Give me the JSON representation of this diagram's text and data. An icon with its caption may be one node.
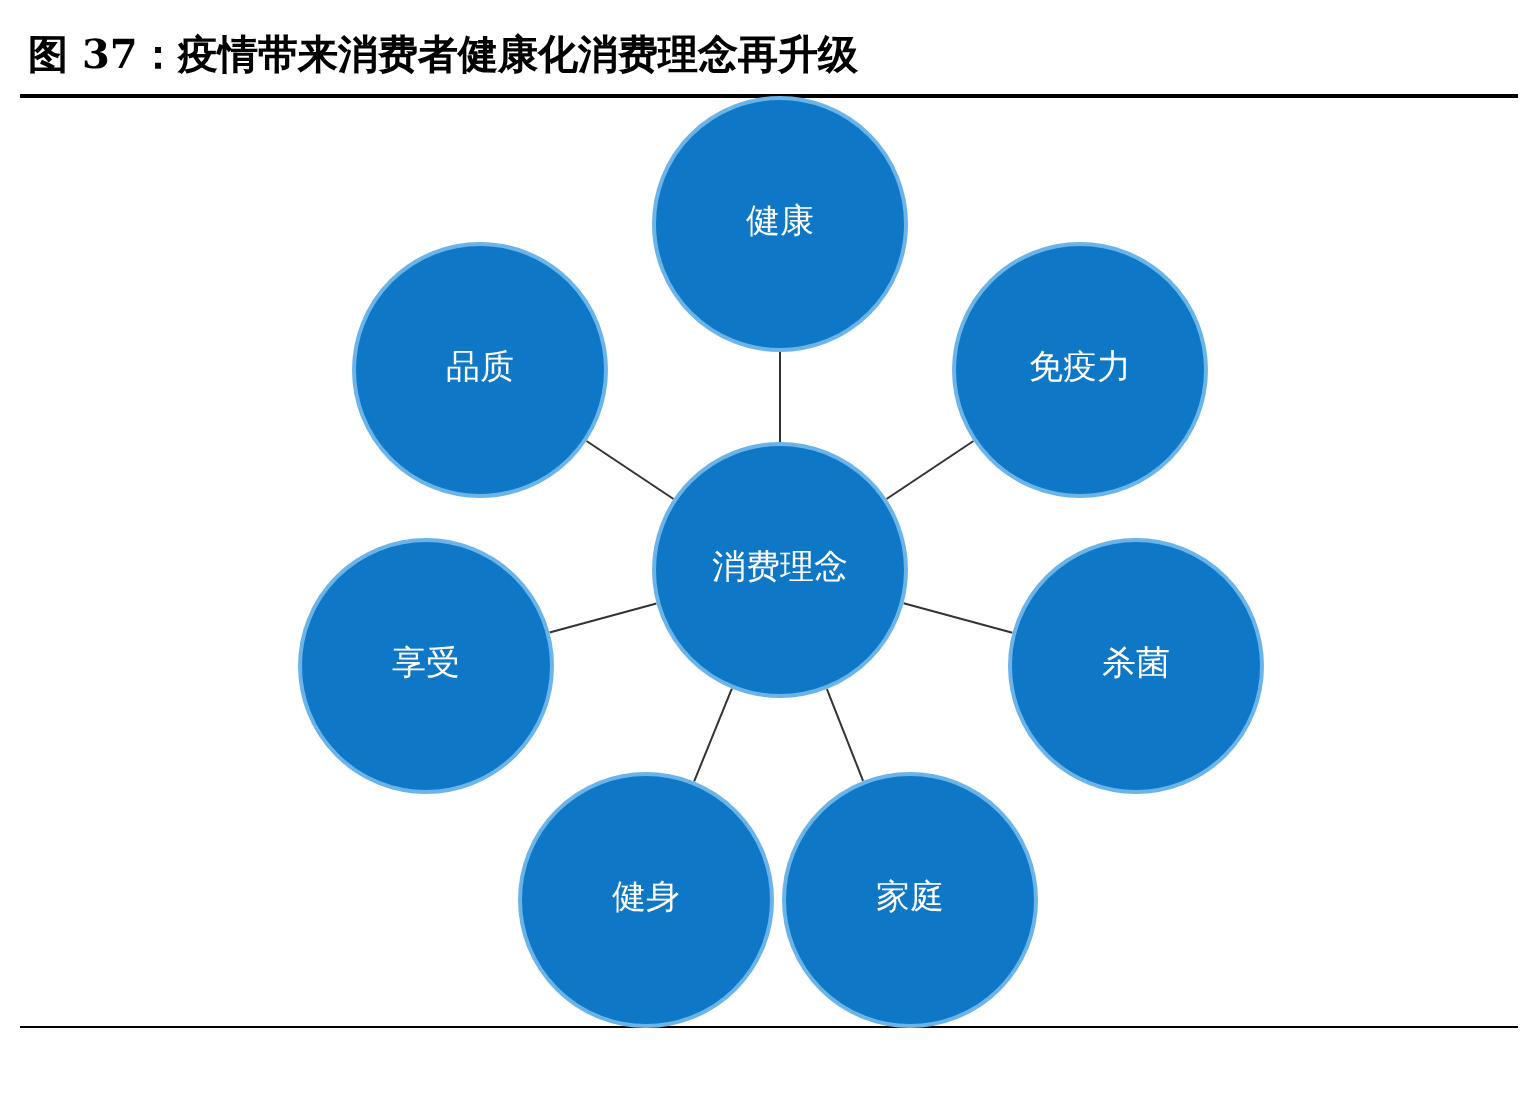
{
  "diagram": {
    "title": "图 37：疫情带来消费者健康化消费理念再升级",
    "nodes": [
      {
        "text": [
          "消费理念"
        ]
      },
      {
        "text": [
          "健康"
        ]
      },
      {
        "text": [
          "免疫力"
        ]
      },
      {
        "text": [
          "杀菌"
        ]
      },
      {
        "text": [
          "家庭"
        ]
      },
      {
        "text": [
          "健身"
        ]
      },
      {
        "text": [
          "享受"
        ]
      },
      {
        "text": [
          "品质"
        ]
      }
    ],
    "edges": [
      {
        "from": 0,
        "to": 1,
        "arrow": "none"
      },
      {
        "from": 0,
        "to": 2,
        "arrow": "none"
      },
      {
        "from": 0,
        "to": 3,
        "arrow": "none"
      },
      {
        "from": 0,
        "to": 4,
        "arrow": "none"
      },
      {
        "from": 0,
        "to": 5,
        "arrow": "none"
      },
      {
        "from": 0,
        "to": 6,
        "arrow": "none"
      },
      {
        "from": 0,
        "to": 7,
        "arrow": "none"
      }
    ]
  }
}
